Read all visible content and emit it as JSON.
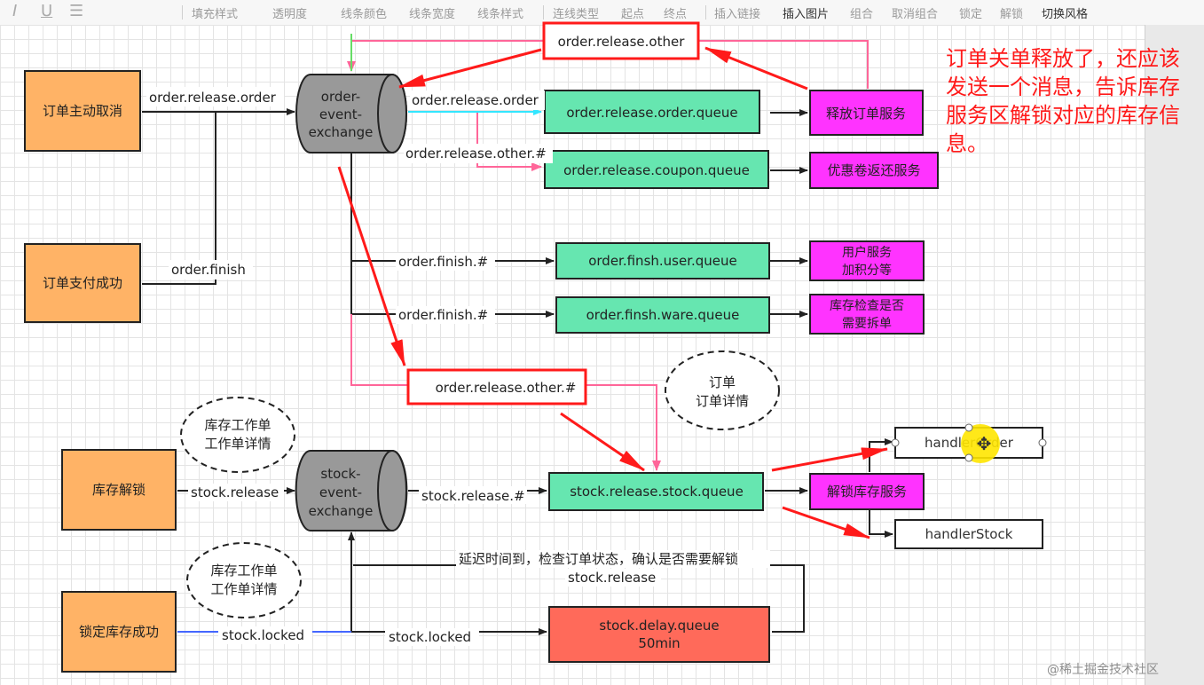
{
  "toolbar": {
    "items": [
      "填充样式",
      "透明度",
      "线条颜色",
      "线条宽度",
      "线条样式",
      "连线类型",
      "起点",
      "终点",
      "插入链接",
      "插入图片",
      "组合",
      "取消组合",
      "锁定",
      "解锁",
      "切换风格"
    ]
  },
  "nodes": {
    "order_cancel": "订单主动取消",
    "order_paid": "订单支付成功",
    "stock_unlock": "库存解锁",
    "stock_locked_ok": "锁定库存成功",
    "order_exchange": [
      "order-",
      "event-",
      "exchange"
    ],
    "stock_exchange": [
      "stock-",
      "event-",
      "exchange"
    ],
    "q_release_order": "order.release.order.queue",
    "q_release_coupon": "order.release.coupon.queue",
    "q_finish_user": "order.finsh.user.queue",
    "q_finish_ware": "order.finsh.ware.queue",
    "q_release_stock": "stock.release.stock.queue",
    "q_delay": [
      "stock.delay.queue",
      "50min"
    ],
    "svc_release_order": "释放订单服务",
    "svc_coupon": "优惠卷返还服务",
    "svc_user": [
      "用户服务",
      "加积分等"
    ],
    "svc_ware": [
      "库存检查是否",
      "需要拆单"
    ],
    "svc_unlock_stock": "解锁库存服务",
    "handler_order": "handlerOrder",
    "handler_stock": "handlerStock",
    "ellipse_order": [
      "订单",
      "订单详情"
    ],
    "ellipse_task1": [
      "库存工作单",
      "工作单详情"
    ],
    "ellipse_task2": [
      "库存工作单",
      "工作单详情"
    ]
  },
  "edges": {
    "release_order_a": "order.release.order",
    "release_order_b": "order.release.order",
    "release_other": "order.release.other",
    "release_other_hash_small": "order.release.other.#",
    "release_other_hash": "order.release.other.#",
    "finish": "order.finish",
    "finish_user": "order.finish.#",
    "finish_ware": "order.finish.#",
    "stock_release": "stock.release",
    "stock_release_hash": "stock.release.#",
    "stock_locked_a": "stock.locked",
    "stock_locked_b": "stock.locked",
    "delay_note": "延迟时间到，检查订单状态，确认是否需要解锁",
    "delay_route": "stock.release"
  },
  "note": "订单关单释放了，还应该发送一个消息，告诉库存服务区解锁对应的库存信息。",
  "watermark": "@稀土掘金技术社区",
  "colors": {
    "producer": "#ffb366",
    "queue": "#66e6b0",
    "service": "#ff33ff",
    "delay_queue": "#ff6a5a",
    "exchange": "#999999",
    "highlight": "#ff1a1a",
    "pink_line": "#ff6699",
    "cyan_line": "#33e6ff",
    "blue_line": "#4466ff"
  }
}
